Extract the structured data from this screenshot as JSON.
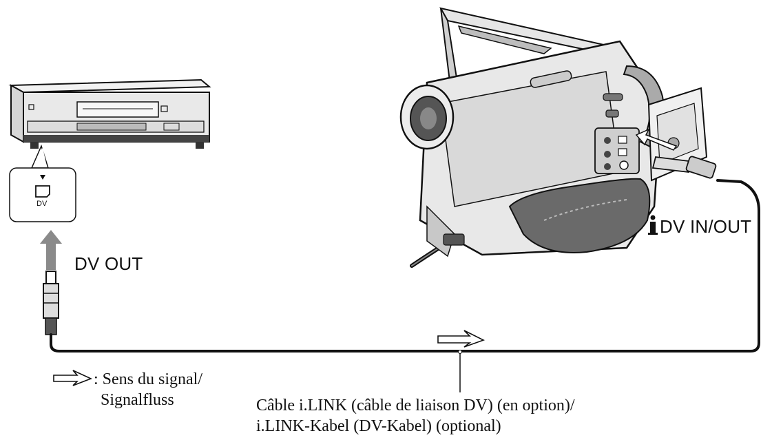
{
  "labels": {
    "dv_out": "DV OUT",
    "dv_in_out": "DV IN/OUT",
    "port_dv": "DV",
    "legend_line1": ": Sens du signal/",
    "legend_line2": "Signalfluss",
    "cable_line1": "Câble i.LINK (câble de liaison DV) (en option)/",
    "cable_line2": "i.LINK-Kabel (DV-Kabel) (optional)"
  },
  "icons": {
    "ilink": "i-link-icon",
    "signal_arrow": "hollow-arrow-icon",
    "port_marker": "triangle-down-icon",
    "plug": "dv-plug-icon"
  },
  "colors": {
    "line": "#111111",
    "device_fill": "#e8e8e8",
    "device_dark": "#444444",
    "arrow_gray": "#8a8a8a",
    "strap": "#6a6a6a"
  }
}
